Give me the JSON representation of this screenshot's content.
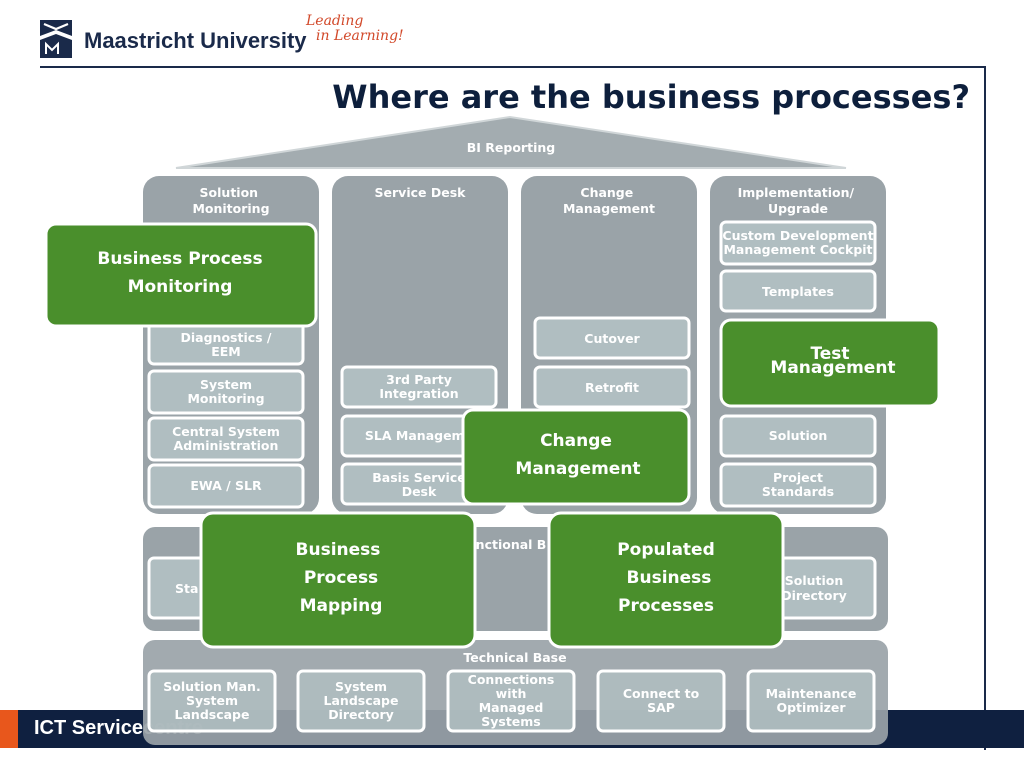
{
  "header": {
    "university": "Maastricht University",
    "slogan_line1": "Leading",
    "slogan_line2": "in Learning!",
    "title": "Where are the business processes?"
  },
  "footer": {
    "text": "ICT Servicecentre"
  },
  "colors": {
    "navy": "#0f2040",
    "accent_orange": "#e8571c",
    "green": "#4a8f2c",
    "gray_panel": "#9aa3a8",
    "box_fill": "#b0bec1"
  },
  "roof": {
    "label": "BI Reporting"
  },
  "pillars": [
    {
      "title": [
        "Solution",
        "Monitoring"
      ]
    },
    {
      "title": [
        "Service Desk"
      ]
    },
    {
      "title": [
        "Change",
        "Management"
      ]
    },
    {
      "title": [
        "Implementation/",
        "Upgrade"
      ]
    }
  ],
  "boxes": {
    "diagnostics": [
      "Diagnostics /",
      "EEM"
    ],
    "system_monitoring": [
      "System",
      "Monitoring"
    ],
    "central_admin": [
      "Central System",
      "Administration"
    ],
    "ewa": [
      "EWA / SLR"
    ],
    "third_party": [
      "3rd Party",
      "Integration"
    ],
    "sla": [
      "SLA Manageme"
    ],
    "basis_desk": [
      "Basis Service",
      "Desk"
    ],
    "cutover": [
      "Cutover"
    ],
    "retrofit": [
      "Retrofit"
    ],
    "cdmc": [
      "Custom Development",
      "Management Cockpit"
    ],
    "templates": [
      "Templates"
    ],
    "solution": [
      "Solution"
    ],
    "project_standards": [
      "Project",
      "Standards"
    ]
  },
  "functional_base": {
    "label": "nctional B",
    "left_box": [
      "Sta"
    ],
    "right_box": [
      "Solution",
      "Directory"
    ]
  },
  "technical_base": {
    "label": "Technical Base",
    "boxes": [
      [
        "Solution Man.",
        "System",
        "Landscape"
      ],
      [
        "System",
        "Landscape",
        "Directory"
      ],
      [
        "Connections",
        "with",
        "Managed",
        "Systems"
      ],
      [
        "Connect to",
        "SAP"
      ],
      [
        "Maintenance",
        "Optimizer"
      ]
    ]
  },
  "callouts": {
    "bpm": [
      "Business Process",
      "Monitoring"
    ],
    "test": [
      "Test",
      "Management"
    ],
    "change": [
      "Change",
      "Management"
    ],
    "mapping": [
      "Business",
      "Process",
      "Mapping"
    ],
    "populated": [
      "Populated",
      "Business",
      "Processes"
    ]
  }
}
